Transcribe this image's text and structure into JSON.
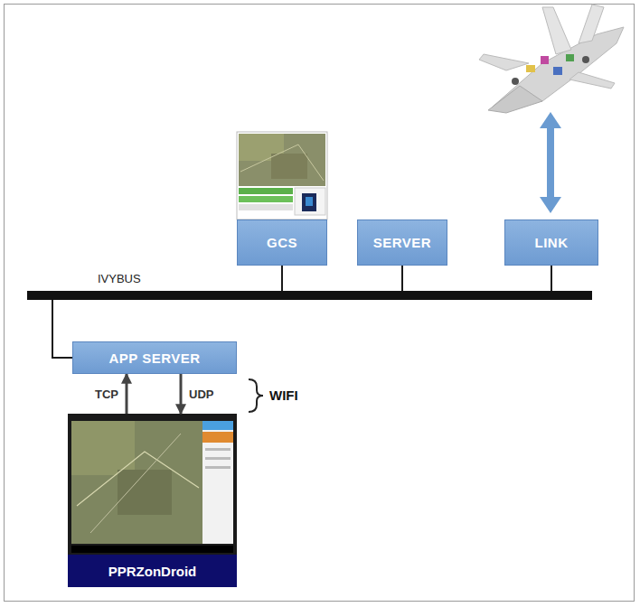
{
  "diagram": {
    "nodes": [
      {
        "text": [
          "GCS"
        ]
      },
      {
        "text": [
          "SERVER"
        ]
      },
      {
        "text": [
          "LINK"
        ]
      },
      {
        "text": [
          "IVYBUS"
        ]
      },
      {
        "text": [
          "APP SERVER"
        ]
      },
      {
        "text": [
          "PPRZonDroid"
        ]
      }
    ],
    "edges": [
      {
        "from": 0,
        "to": 3,
        "arrow": "none"
      },
      {
        "from": 1,
        "to": 3,
        "arrow": "none"
      },
      {
        "from": 2,
        "to": 3,
        "arrow": "none"
      },
      {
        "from": 4,
        "to": 3,
        "arrow": "none"
      },
      {
        "from": 5,
        "to": 4,
        "arrow": "to",
        "label": "TCP"
      },
      {
        "from": 4,
        "to": 5,
        "arrow": "to",
        "label": "UDP"
      }
    ],
    "labels": [
      "WIFI"
    ]
  }
}
